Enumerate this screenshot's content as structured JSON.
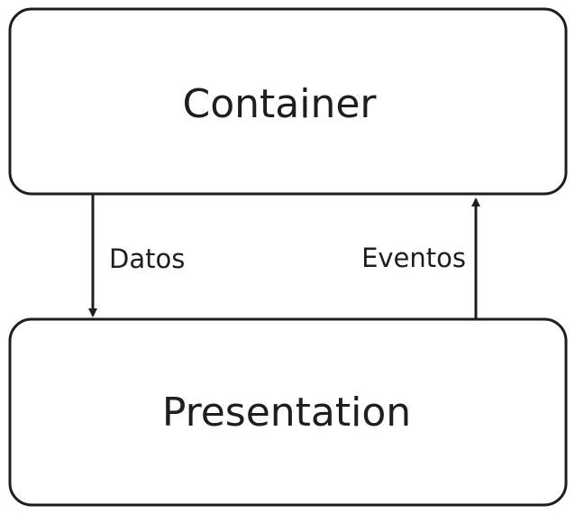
{
  "nodes": {
    "container": {
      "label": "Container"
    },
    "presentation": {
      "label": "Presentation"
    }
  },
  "edges": {
    "data_flow": {
      "label": "Datos",
      "direction": "container-to-presentation"
    },
    "event_flow": {
      "label": "Eventos",
      "direction": "presentation-to-container"
    }
  },
  "colors": {
    "stroke": "#1e1e1e",
    "background": "#ffffff"
  }
}
